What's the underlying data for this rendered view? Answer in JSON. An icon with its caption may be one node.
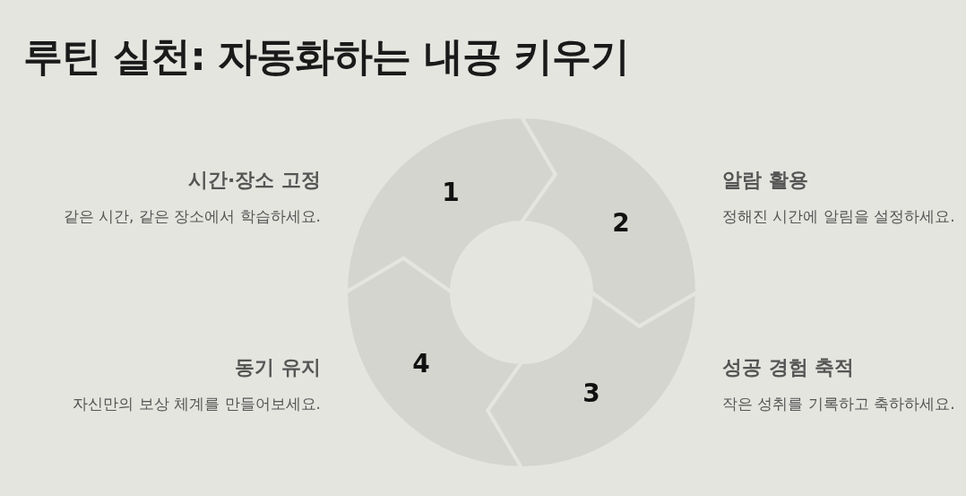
{
  "diagram": {
    "title": "루틴 실천: 자동화하는 내공 키우기",
    "nodes": [
      {
        "text": [
          "1"
        ],
        "beside": [
          "시간·장소 고정",
          "같은 시간, 같은 장소에서 학습하세요."
        ]
      },
      {
        "text": [
          "2"
        ],
        "beside": [
          "알람 활용",
          "정해진 시간에 알림을 설정하세요."
        ]
      },
      {
        "text": [
          "3"
        ],
        "beside": [
          "성공 경험 축적",
          "작은 성취를 기록하고 축하하세요."
        ]
      },
      {
        "text": [
          "4"
        ],
        "beside": [
          "동기 유지",
          "자신만의 보상 체계를 만들어보세요."
        ]
      }
    ]
  }
}
